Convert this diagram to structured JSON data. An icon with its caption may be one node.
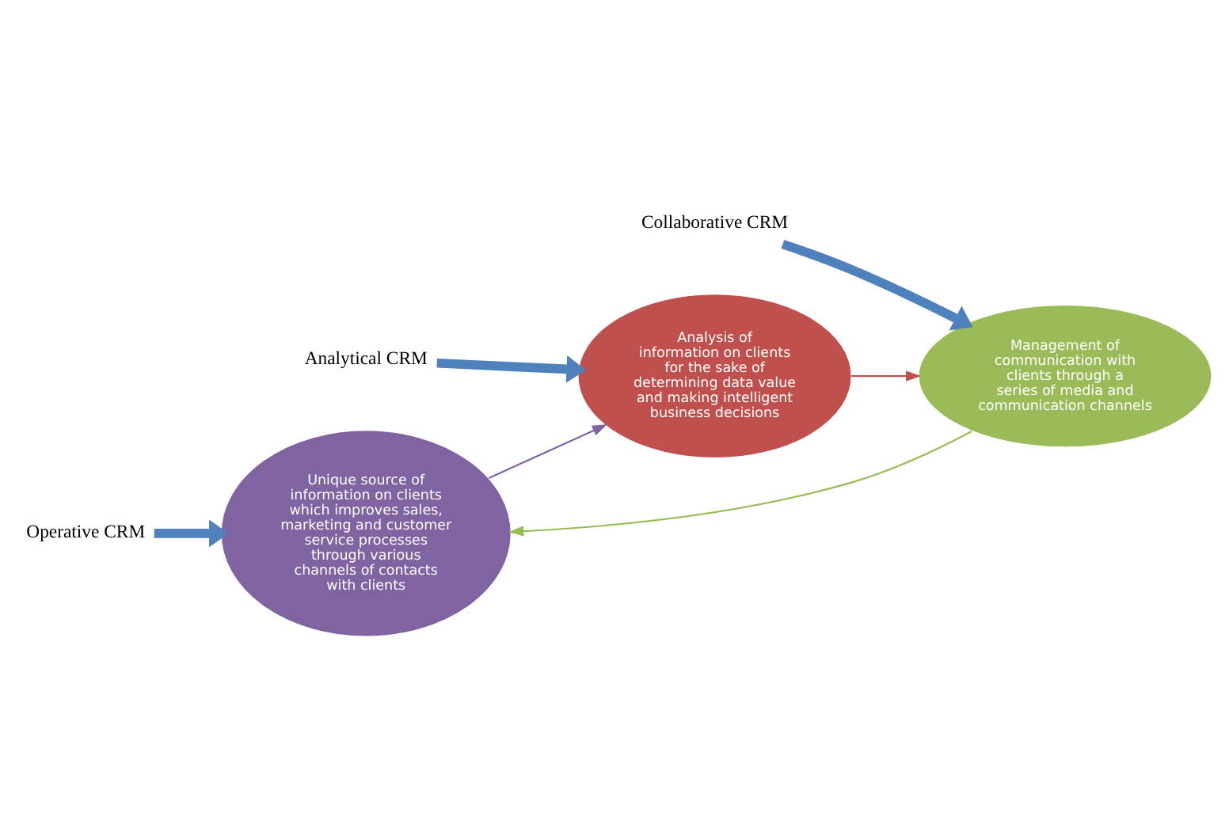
{
  "diagram": {
    "nodes": [
      {
        "text": [
          "Unique source of information on clients which improves sales, marketing and customer service processes through various channels of contacts with clients"
        ]
      },
      {
        "text": [
          "Analysis of information on clients for the sake of determining data value and making intelligent business decisions"
        ]
      },
      {
        "text": [
          "Management of communication with clients through a series of media and communication channels"
        ]
      },
      {
        "text": [
          "Operative CRM"
        ]
      },
      {
        "text": [
          "Analytical CRM"
        ]
      },
      {
        "text": [
          "Collaborative CRM"
        ]
      }
    ],
    "edges": [
      {
        "from": 0,
        "to": 1,
        "arrow": "to",
        "color": "#8064a2"
      },
      {
        "from": 1,
        "to": 2,
        "arrow": "to",
        "color": "#c0504d"
      },
      {
        "from": 2,
        "to": 0,
        "arrow": "to",
        "color": "#9bbb59"
      },
      {
        "from": 3,
        "to": 0,
        "arrow": "to",
        "style": "thick"
      },
      {
        "from": 4,
        "to": 1,
        "arrow": "to",
        "style": "thick"
      },
      {
        "from": 5,
        "to": 2,
        "arrow": "to",
        "style": "thick"
      }
    ]
  }
}
